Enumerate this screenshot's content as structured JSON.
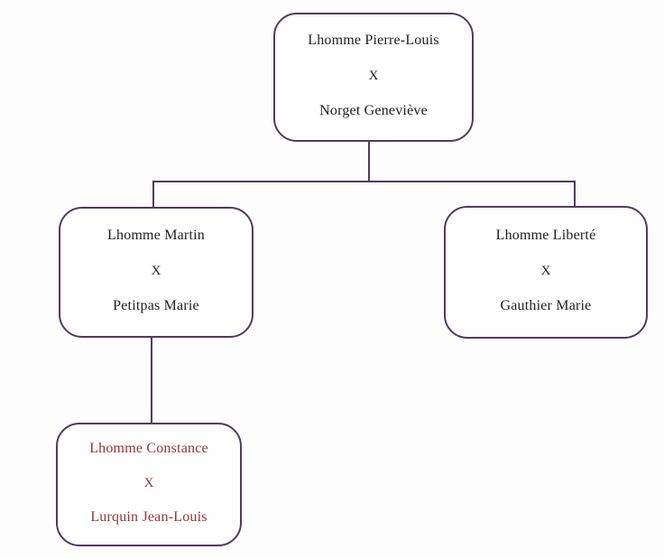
{
  "diagram": {
    "type": "family-tree",
    "colors": {
      "border": "#4e3c62",
      "text": "#221e1f",
      "highlight_text": "#943634",
      "background": "#fdfdfd",
      "box_fill": "#fefefe"
    },
    "nodes": [
      {
        "id": "pierre-louis",
        "line1": "Lhomme Pierre-Louis",
        "separator": "X",
        "line2": "Norget Geneviève",
        "highlighted": false,
        "generation": 1
      },
      {
        "id": "martin",
        "line1": "Lhomme Martin",
        "separator": "X",
        "line2": "Petitpas Marie",
        "highlighted": false,
        "generation": 2
      },
      {
        "id": "liberte",
        "line1": "Lhomme Liberté",
        "separator": "X",
        "line2": "Gauthier Marie",
        "highlighted": false,
        "generation": 2
      },
      {
        "id": "constance",
        "line1": "Lhomme Constance",
        "separator": "X",
        "line2": "Lurquin Jean-Louis",
        "highlighted": true,
        "generation": 3
      }
    ],
    "edges": [
      {
        "from": "pierre-louis",
        "to": "martin"
      },
      {
        "from": "pierre-louis",
        "to": "liberte"
      },
      {
        "from": "martin",
        "to": "constance"
      }
    ]
  }
}
